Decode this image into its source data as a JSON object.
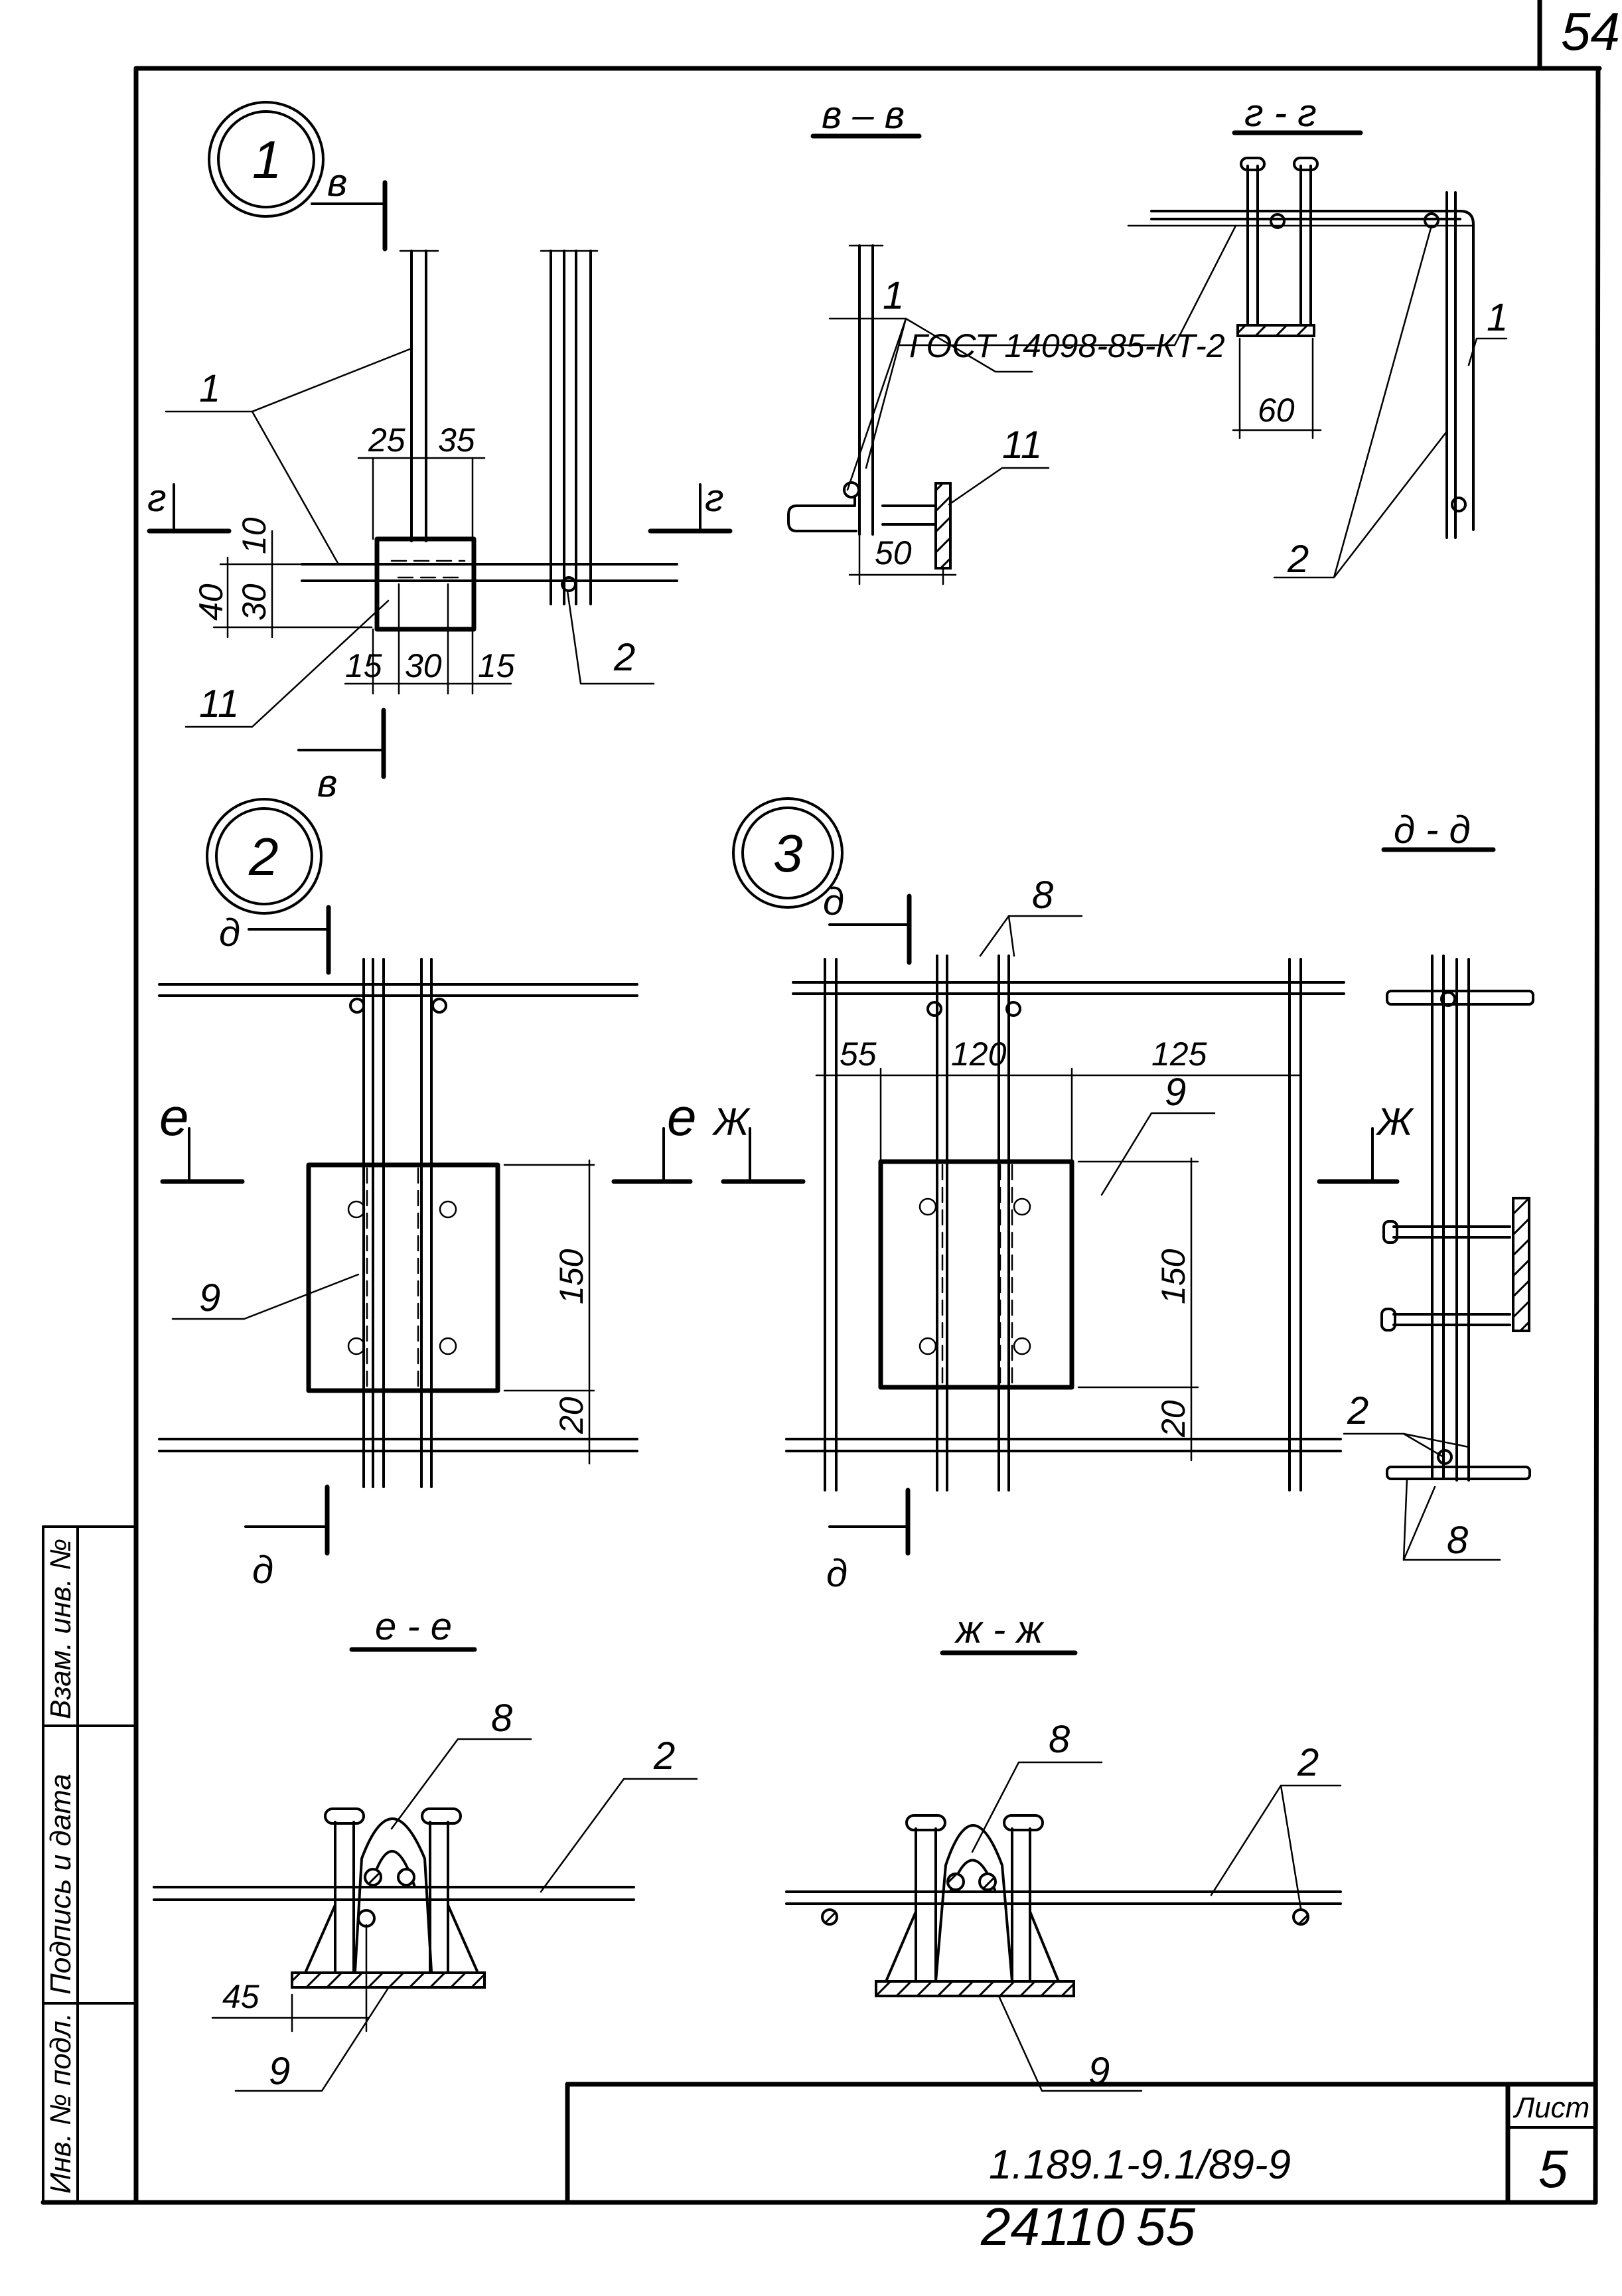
{
  "sheet": {
    "page_number_top": "54",
    "document_code": "1.189.1-9.1/89-9",
    "sheet_label": "Лист",
    "sheet_number": "5",
    "archive_number": "24110",
    "archive_page": "55"
  },
  "stamp_column": {
    "cells": [
      "Инв. № подл.",
      "Подпись и дата",
      "Взам. инв. №"
    ]
  },
  "nodes": [
    {
      "id": "1",
      "label": "1"
    },
    {
      "id": "2",
      "label": "2"
    },
    {
      "id": "3",
      "label": "3"
    }
  ],
  "sections": {
    "v_v": "в – в",
    "g_g": "г - г",
    "d_d": "д - д",
    "e_e": "е - е",
    "zh_zh": "ж - ж"
  },
  "section_marks": {
    "v": "в",
    "g": "г",
    "d": "д",
    "e": "е",
    "zh": "Ж"
  },
  "positions": {
    "p1": "1",
    "p2": "2",
    "p8": "8",
    "p9": "9",
    "p11": "11"
  },
  "dimensions": {
    "node1": {
      "d25": "25",
      "d35": "35",
      "d10": "10",
      "d40": "40",
      "d30v": "30",
      "d15a": "15",
      "d30h": "30",
      "d15b": "15"
    },
    "section_v": {
      "d50": "50"
    },
    "section_g": {
      "d60": "60"
    },
    "node2": {
      "d150": "150",
      "d20": "20"
    },
    "node3": {
      "d55": "55",
      "d120": "120",
      "d125": "125",
      "d150": "150",
      "d20": "20"
    },
    "section_e": {
      "d45": "45"
    }
  },
  "notes": {
    "gost": "ГОСТ 14098-85-КТ-2"
  }
}
